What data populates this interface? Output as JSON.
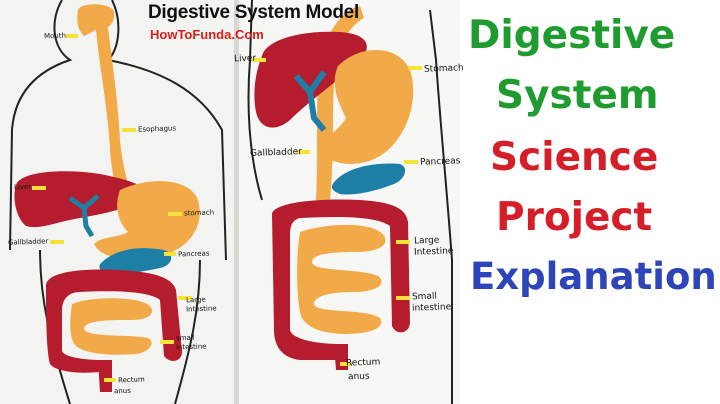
{
  "overlay": {
    "title": "Digestive System Model",
    "site": "HowToFunda.Com"
  },
  "model_left_labels": {
    "mouth": "Mouth",
    "esophagus": "Esophagus",
    "liver": "Liver",
    "stomach": "stomach",
    "gallbladder": "Gallbladder",
    "pancreas": "Pancreas",
    "large_intestine_1": "Large",
    "large_intestine_2": "Intestine",
    "small_intestine_1": "small",
    "small_intestine_2": "intestine",
    "rectum": "Rectum",
    "anus": "anus"
  },
  "model_right_labels": {
    "liver": "Liver",
    "stomach": "Stomach",
    "gallbladder": "Gallbladder",
    "pancreas": "Pancreas",
    "large_intestine_1": "Large",
    "large_intestine_2": "Intestine",
    "small_intestine_1": "Small",
    "small_intestine_2": "intestine",
    "rectum": "Rectum",
    "anus": "anus"
  },
  "headline": {
    "line1": "Digestive",
    "line2": "System",
    "line3": "Science",
    "line4": "Project",
    "line5": "Explanation!"
  },
  "colors": {
    "green": "#1f9b2f",
    "red": "#d61e28",
    "blue": "#2d45b8",
    "organ_red": "#b51d2e",
    "organ_orange": "#f2aa48",
    "organ_blue": "#1d7fa6"
  }
}
